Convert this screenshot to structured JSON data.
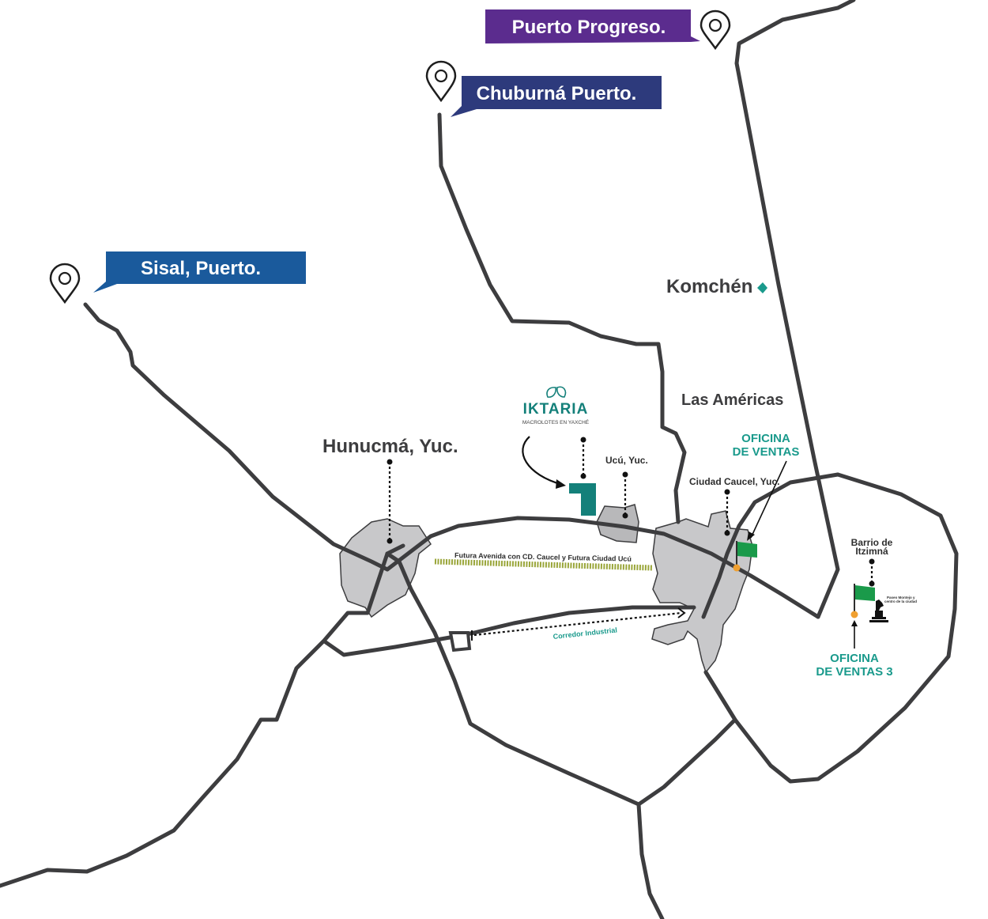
{
  "ports": {
    "progreso": {
      "label": "Puerto Progreso.",
      "color": "#5b2c8e"
    },
    "chuburna": {
      "label": "Chuburná Puerto.",
      "color": "#2d3a7c"
    },
    "sisal": {
      "label": "Sisal, Puerto.",
      "color": "#1a5a9c"
    }
  },
  "places": {
    "komchen": "Komchén",
    "las_americas": "Las Américas",
    "hunucma": "Hunucmá, Yuc.",
    "ucu": "Ucú, Yuc.",
    "caucel": "Ciudad Caucel, Yuc.",
    "itzimna_line1": "Barrio de",
    "itzimna_line2": "Itzimná",
    "montejo_line1": "Paseo Montejo y",
    "montejo_line2": "centro de la ciudad"
  },
  "offices": {
    "office1_line1": "OFICINA",
    "office1_line2": "DE VENTAS",
    "office3_line1": "OFICINA",
    "office3_line2": "DE VENTAS 3"
  },
  "routes": {
    "future_avenue": "Futura Avenida con CD. Caucel y Futura Ciudad Ucú",
    "industrial_corridor": "Corredor Industrial"
  },
  "brand": {
    "name": "IKTARIA",
    "tagline": "MACROLOTES EN YAXCHÉ",
    "color": "#14807a"
  },
  "colors": {
    "road": "#3d3d3f",
    "teal": "#1a9a8c",
    "flag_green": "#1a9a4a",
    "orange_dot": "#f0a030",
    "future_avenue": "#9aa63a",
    "city_fill": "#c8c8ca",
    "ucu_fill": "#b8b8ba"
  },
  "icons": [
    "location-pin-icon",
    "flag-icon",
    "monument-icon",
    "diamond-icon",
    "leaf-icon"
  ]
}
